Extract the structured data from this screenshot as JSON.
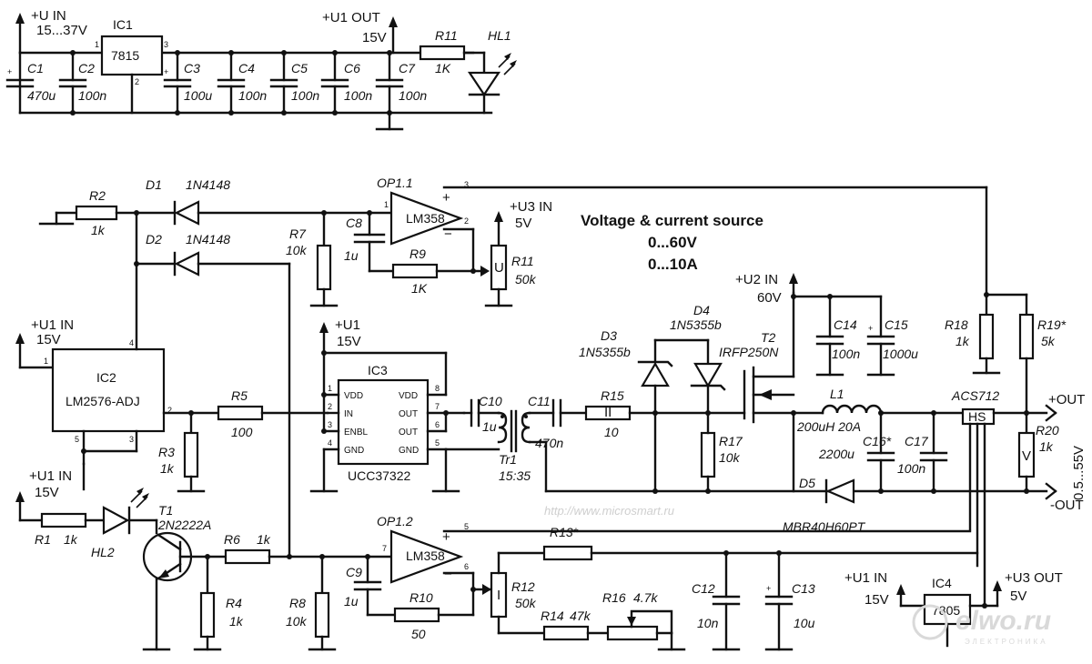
{
  "title": {
    "line1": "Voltage & current source",
    "line2": "0...60V",
    "line3": "0...10A"
  },
  "rails": {
    "u_in": "+U IN",
    "u_in_range": "15...37V",
    "u1_out": "+U1 OUT",
    "u1_out_v": "15V",
    "u1_in": "+U1 IN",
    "u1_in_v": "15V",
    "u1": "+U1",
    "u3_in": "+U3 IN",
    "u3_in_v": "5V",
    "u2_in": "+U2 IN",
    "u2_in_v": "60V",
    "u3_out": "+U3 OUT",
    "u3_out_v": "5V",
    "out_pos": "+OUT",
    "out_neg": "-OUT",
    "out_range": "0.5...55V"
  },
  "ics": {
    "ic1": {
      "ref": "IC1",
      "part": "7815"
    },
    "ic2": {
      "ref": "IC2",
      "part": "LM2576-ADJ"
    },
    "ic3": {
      "ref": "IC3",
      "part": "UCC37322",
      "pins": [
        "VDD",
        "IN",
        "ENBL",
        "GND",
        "VDD",
        "OUT",
        "OUT",
        "GND"
      ]
    },
    "ic4": {
      "ref": "IC4",
      "part": "7805"
    },
    "op11": {
      "ref": "OP1.1",
      "part": "LM358"
    },
    "op12": {
      "ref": "OP1.2",
      "part": "LM358"
    },
    "hs": "HS",
    "acs": "ACS712"
  },
  "components": {
    "c1": {
      "ref": "C1",
      "val": "470u"
    },
    "c2": {
      "ref": "C2",
      "val": "100n"
    },
    "c3": {
      "ref": "C3",
      "val": "100u"
    },
    "c4": {
      "ref": "C4",
      "val": "100n"
    },
    "c5": {
      "ref": "C5",
      "val": "100n"
    },
    "c6": {
      "ref": "C6",
      "val": "100n"
    },
    "c7": {
      "ref": "C7",
      "val": "100n"
    },
    "r11a": {
      "ref": "R11",
      "val": "1K"
    },
    "hl1": {
      "ref": "HL1"
    },
    "r2": {
      "ref": "R2",
      "val": "1k"
    },
    "d1": {
      "ref": "D1",
      "val": "1N4148"
    },
    "d2": {
      "ref": "D2",
      "val": "1N4148"
    },
    "r7": {
      "ref": "R7",
      "val": "10k"
    },
    "c8": {
      "ref": "C8",
      "val": "1u"
    },
    "r9": {
      "ref": "R9",
      "val": "1K"
    },
    "r11b": {
      "ref": "R11",
      "val": "50k",
      "sym": "U"
    },
    "r5": {
      "ref": "R5",
      "val": "100"
    },
    "r3": {
      "ref": "R3",
      "val": "1k"
    },
    "c10": {
      "ref": "C10",
      "val": "1u"
    },
    "c11": {
      "ref": "C11",
      "val": "470n"
    },
    "tr1": {
      "ref": "Tr1",
      "val": "15:35"
    },
    "r15": {
      "ref": "R15",
      "val": "10"
    },
    "d3": {
      "ref": "D3",
      "val": "1N5355b"
    },
    "d4": {
      "ref": "D4",
      "val": "1N5355b"
    },
    "t2": {
      "ref": "T2",
      "val": "IRFP250N"
    },
    "r17": {
      "ref": "R17",
      "val": "10k"
    },
    "c14": {
      "ref": "C14",
      "val": "100n"
    },
    "c15": {
      "ref": "C15",
      "val": "1000u"
    },
    "r18": {
      "ref": "R18",
      "val": "1k"
    },
    "r19": {
      "ref": "R19*",
      "val": "5k"
    },
    "l1": {
      "ref": "L1",
      "val": "200uH 20A"
    },
    "c16": {
      "ref": "C16*",
      "val": "2200u"
    },
    "c17": {
      "ref": "C17",
      "val": "100n"
    },
    "d5": {
      "ref": "D5",
      "val": "MBR40H60PT"
    },
    "r20": {
      "ref": "R20",
      "val": "1k",
      "sym": "V"
    },
    "r1": {
      "ref": "R1",
      "val": "1k"
    },
    "hl2": {
      "ref": "HL2"
    },
    "t1": {
      "ref": "T1",
      "val": "2N2222A"
    },
    "r6": {
      "ref": "R6",
      "val": "1k"
    },
    "r4": {
      "ref": "R4",
      "val": "1k"
    },
    "r8": {
      "ref": "R8",
      "val": "10k"
    },
    "c9": {
      "ref": "C9",
      "val": "1u"
    },
    "r10": {
      "ref": "R10",
      "val": "50"
    },
    "r13": {
      "ref": "R13*"
    },
    "r12": {
      "ref": "R12",
      "val": "50k",
      "sym": "I"
    },
    "r14": {
      "ref": "R14",
      "val": "47k"
    },
    "r16": {
      "ref": "R16",
      "val": "4.7k"
    },
    "c12": {
      "ref": "C12",
      "val": "10n"
    },
    "c13": {
      "ref": "C13",
      "val": "10u"
    }
  },
  "watermark": {
    "url": "http://www.microsmart.ru",
    "logo": "elwo.ru",
    "logo_sub": "ЭЛЕКТРОНИКА"
  }
}
